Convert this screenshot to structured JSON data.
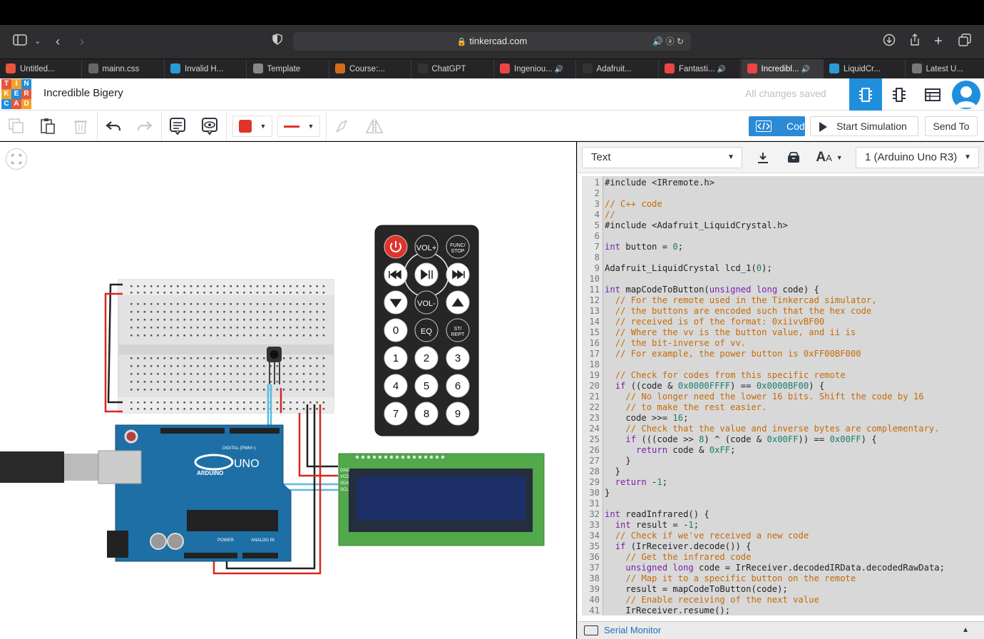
{
  "browser": {
    "url": "tinkercad.com",
    "tabs": [
      {
        "label": "Untitled...",
        "color": "#e8553d"
      },
      {
        "label": "mainn.css",
        "color": "#666"
      },
      {
        "label": "Invalid H...",
        "color": "#2b9ad8"
      },
      {
        "label": "Template",
        "color": "#888"
      },
      {
        "label": "Course:...",
        "color": "#d46b1a"
      },
      {
        "label": "ChatGPT",
        "color": "#333"
      },
      {
        "label": "Ingeniou...",
        "color": "#e44"
      },
      {
        "label": "Adafruit...",
        "color": "#333"
      },
      {
        "label": "Fantasti...",
        "color": "#e44"
      },
      {
        "label": "Incredibl...",
        "color": "#e44"
      },
      {
        "label": "LiquidCr...",
        "color": "#2b9ad8"
      },
      {
        "label": "Latest U...",
        "color": "#777"
      }
    ]
  },
  "app": {
    "logo_letters": [
      "T",
      "I",
      "N",
      "K",
      "E",
      "R",
      "C",
      "A",
      "D"
    ],
    "logo_colors": [
      "#e8553d",
      "#f2a22b",
      "#1f8fdc",
      "#f2a22b",
      "#1f8fdc",
      "#e8553d",
      "#1f8fdc",
      "#e8553d",
      "#f2a22b"
    ],
    "project_title": "Incredible Bigery",
    "save_status": "All changes saved"
  },
  "toolbar": {
    "code_label": "Code",
    "sim_label": "Start Simulation",
    "send_label": "Send To",
    "color_swatch": "#e0332c"
  },
  "editor": {
    "mode": "Text",
    "board": "1 (Arduino Uno R3)",
    "serial_label": "Serial Monitor",
    "lines": [
      "#include <IRremote.h>",
      "",
      "// C++ code",
      "//",
      "#include <Adafruit_LiquidCrystal.h>",
      "",
      "int button = 0;",
      "",
      "Adafruit_LiquidCrystal lcd_1(0);",
      "",
      "int mapCodeToButton(unsigned long code) {",
      "  // For the remote used in the Tinkercad simulator,",
      "  // the buttons are encoded such that the hex code",
      "  // received is of the format: 0xiivvBF00",
      "  // Where the vv is the button value, and ii is",
      "  // the bit-inverse of vv.",
      "  // For example, the power button is 0xFF00BF000",
      "",
      "  // Check for codes from this specific remote",
      "  if ((code & 0x0000FFFF) == 0x0000BF00) {",
      "    // No longer need the lower 16 bits. Shift the code by 16",
      "    // to make the rest easier.",
      "    code >>= 16;",
      "    // Check that the value and inverse bytes are complementary.",
      "    if (((code >> 8) ^ (code & 0x00FF)) == 0x00FF) {",
      "      return code & 0xFF;",
      "    }",
      "  }",
      "  return -1;",
      "}",
      "",
      "int readInfrared() {",
      "  int result = -1;",
      "  // Check if we've received a new code",
      "  if (IrReceiver.decode()) {",
      "    // Get the infrared code",
      "    unsigned long code = IrReceiver.decodedIRData.decodedRawData;",
      "    // Map it to a specific button on the remote",
      "    result = mapCodeToButton(code);",
      "    // Enable receiving of the next value",
      "    IrReceiver.resume();"
    ]
  },
  "circuit": {
    "remote_buttons": [
      "VOL+",
      "FUNC/STOP",
      "VOL-",
      "0",
      "EQ",
      "ST/REPT",
      "1",
      "2",
      "3",
      "4",
      "5",
      "6",
      "7",
      "8",
      "9"
    ],
    "arduino_labels": {
      "brand": "ARDUINO",
      "model": "UNO",
      "digital": "DIGITAL (PWM~)",
      "power": "POWER",
      "analog": "ANALOG IN"
    },
    "lcd_pins": [
      "GND",
      "VCC",
      "SDA",
      "SCL"
    ]
  }
}
